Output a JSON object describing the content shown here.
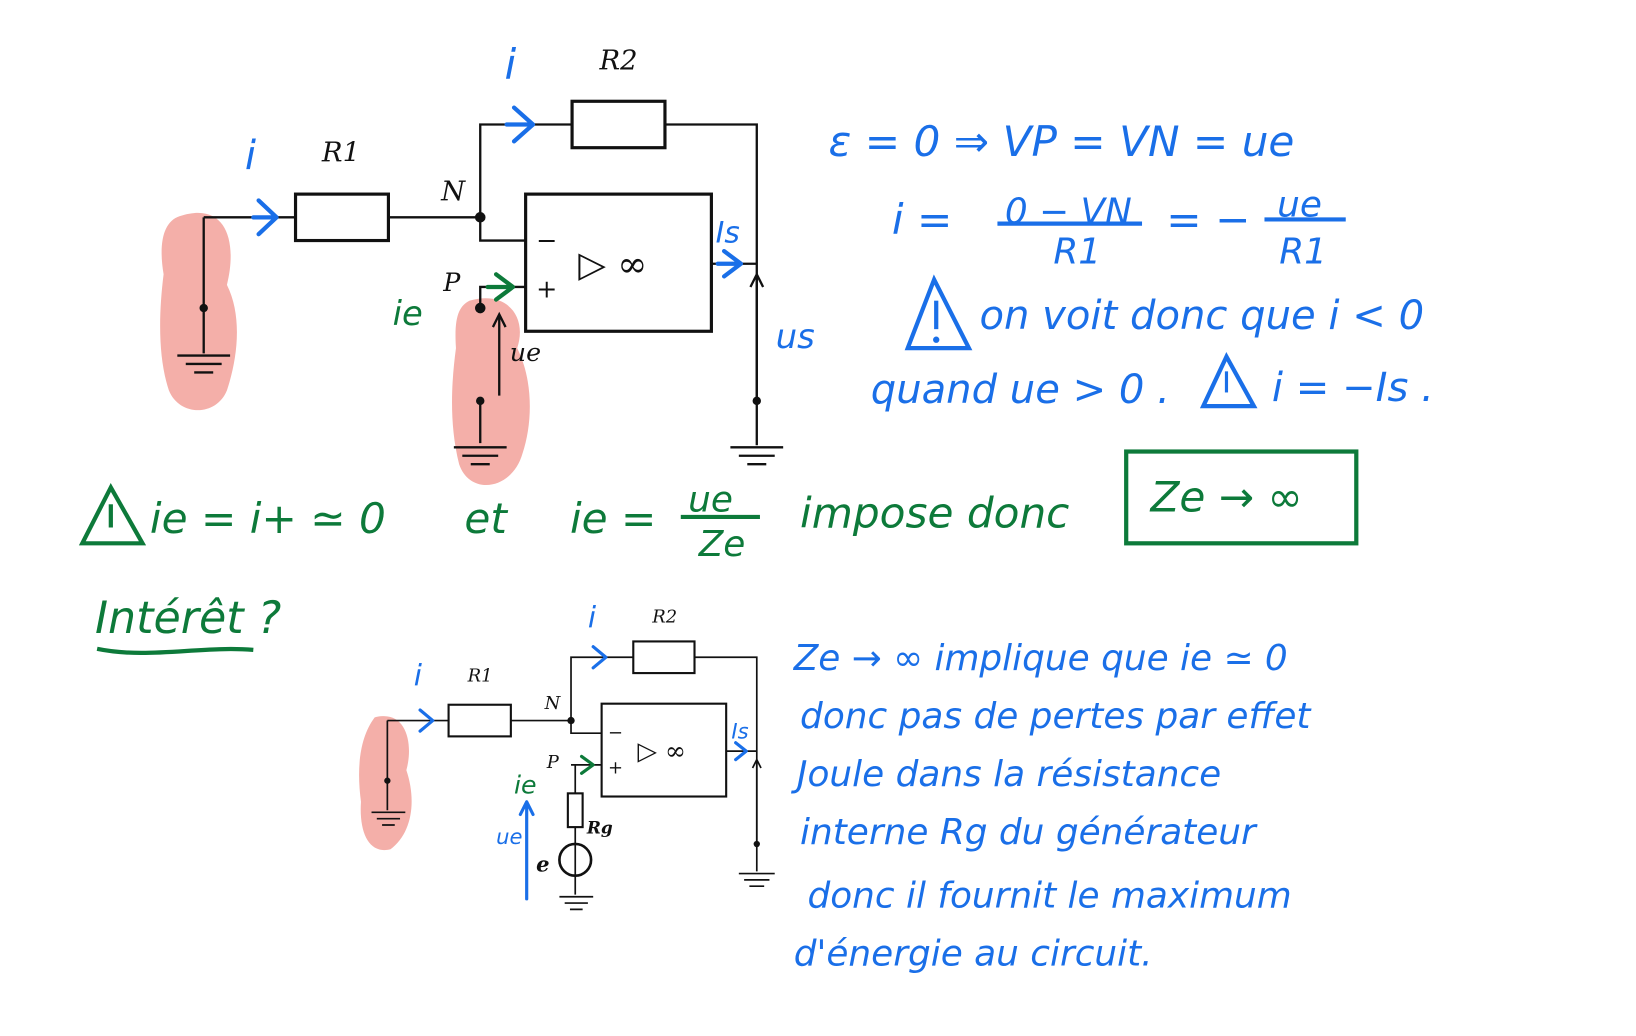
{
  "circuit_main": {
    "labels": {
      "r1": "R1",
      "r2": "R2",
      "n": "N",
      "p": "P",
      "minus": "−",
      "plus": "+",
      "opamp": "▷ ∞",
      "ue": "ue"
    },
    "annotations": {
      "i_left": "i",
      "i_top": "i",
      "is": "Is",
      "ie": "ie",
      "us": "us"
    }
  },
  "notes_right": {
    "line1": "ε = 0  ⇒  VP = VN = ue",
    "line2_lhs": "i =",
    "line2_num": "0 − VN",
    "line2_den": "R1",
    "line2_eq": "= −",
    "line2_num2": "ue",
    "line2_den2": "R1",
    "line3": "on voit donc que  i < 0",
    "line4a": "quand ue > 0 .",
    "line4b": "i = −Is ."
  },
  "notes_green": {
    "part1": "ie = i+ ≃ 0",
    "part2": "et",
    "part3": "ie =",
    "frac_num": "ue",
    "frac_den": "Ze",
    "part4": "impose donc",
    "boxed": "Ze → ∞",
    "interet": "Intérêt ?"
  },
  "circuit_small": {
    "labels": {
      "r1": "R1",
      "r2": "R2",
      "n": "N",
      "p": "P",
      "minus": "−",
      "plus": "+",
      "opamp": "▷ ∞"
    },
    "annotations": {
      "i_left": "i",
      "i_top": "i",
      "is": "Is",
      "ie": "ie",
      "ue": "ue",
      "rg": "Rg",
      "e": "e"
    }
  },
  "notes_bottom": [
    "Ze → ∞ implique que ie ≃ 0",
    "donc pas de pertes par effet",
    "Joule dans la résistance",
    "interne Rg du générateur",
    "donc il fournit le maximum",
    "d'énergie au circuit."
  ],
  "colors": {
    "blue": "#1a6fe8",
    "green": "#0d7a3a",
    "pink": "#f2a19a"
  }
}
